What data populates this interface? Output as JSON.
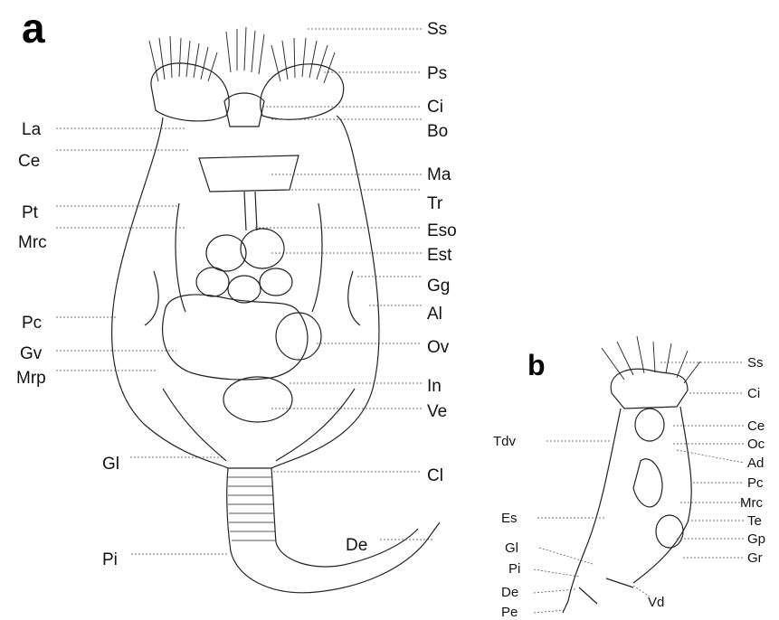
{
  "panels": {
    "a": {
      "letter": "a",
      "labels_left": [
        "La",
        "Ce",
        "Pt",
        "Mrc",
        "Pc",
        "Gv",
        "Mrp",
        "Gl",
        "Pi"
      ],
      "labels_right": [
        "Ss",
        "Ps",
        "Ci",
        "Bo",
        "Ma",
        "Tr",
        "Eso",
        "Est",
        "Gg",
        "Al",
        "Ov",
        "In",
        "Ve",
        "Cl",
        "De"
      ]
    },
    "b": {
      "letter": "b",
      "labels_left": [
        "Tdv",
        "Es",
        "Gl",
        "Pi",
        "De",
        "Pe"
      ],
      "labels_right": [
        "Ss",
        "Ci",
        "Ce",
        "Oc",
        "Ad",
        "Pc",
        "Mrc",
        "Te",
        "Gp",
        "Gr"
      ],
      "labels_bottom": [
        "Vd"
      ]
    }
  },
  "colors": {
    "ink": "#111111",
    "leader": "#444444",
    "background": "#ffffff"
  }
}
